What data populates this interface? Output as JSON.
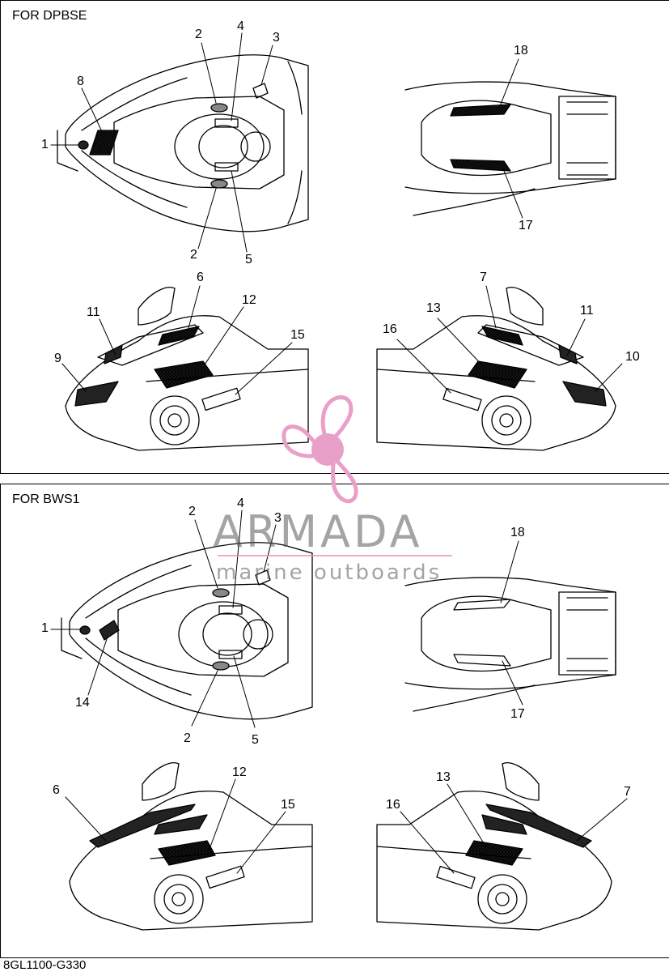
{
  "panels": [
    {
      "title": "FOR DPBSE",
      "callouts": [
        "1",
        "2",
        "4",
        "3",
        "8",
        "2",
        "5",
        "18",
        "17",
        "6",
        "11",
        "12",
        "15",
        "9",
        "7",
        "13",
        "16",
        "11",
        "10"
      ]
    },
    {
      "title": "FOR BWS1",
      "callouts": [
        "1",
        "2",
        "4",
        "3",
        "14",
        "2",
        "5",
        "18",
        "17",
        "6",
        "12",
        "15",
        "13",
        "7",
        "16"
      ]
    }
  ],
  "watermark": {
    "brand": "ARMADA",
    "tagline": "marine outboards",
    "logo_icon": "propeller-icon",
    "colors": {
      "logo": "#e8a0c8",
      "text": "#8a8a8a"
    }
  },
  "figure_code": "8GL1100-G330"
}
